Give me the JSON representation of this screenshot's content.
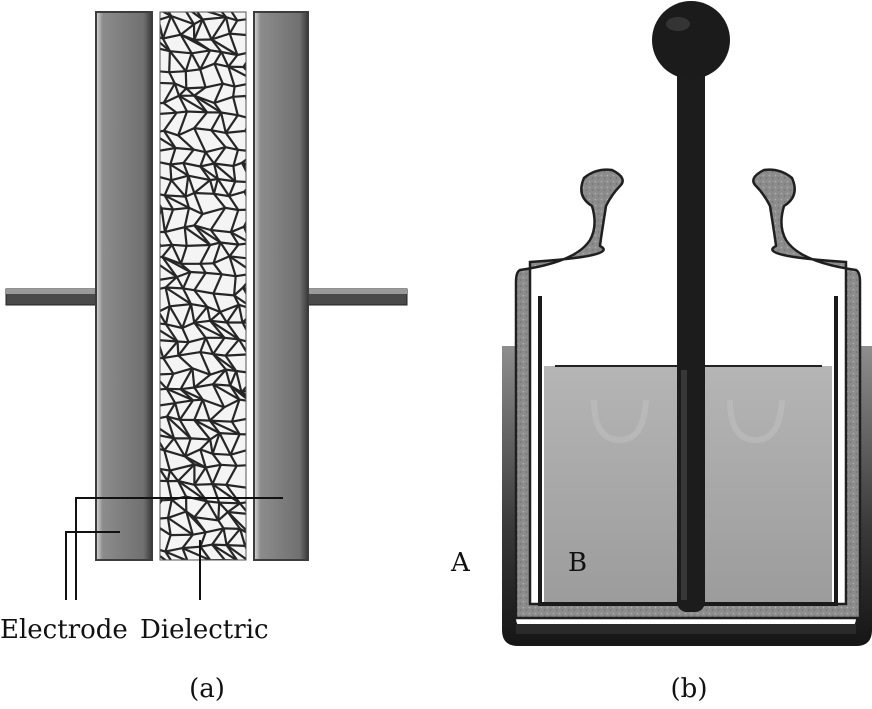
{
  "figure_a": {
    "electrode_label": "Electrode",
    "dielectric_label": "Dielectric",
    "caption": "(a)"
  },
  "figure_b": {
    "label_a": "A",
    "label_b": "B",
    "caption": "(b)"
  },
  "colors": {
    "electrode_fill": "#7a7a7a",
    "electrode_edge": "#3c3c3c",
    "dielectric_cell": "#2a2a2a",
    "liquid": "#a8a8a8",
    "dark": "#1a1a1a",
    "shell": "#8a8a8a"
  }
}
